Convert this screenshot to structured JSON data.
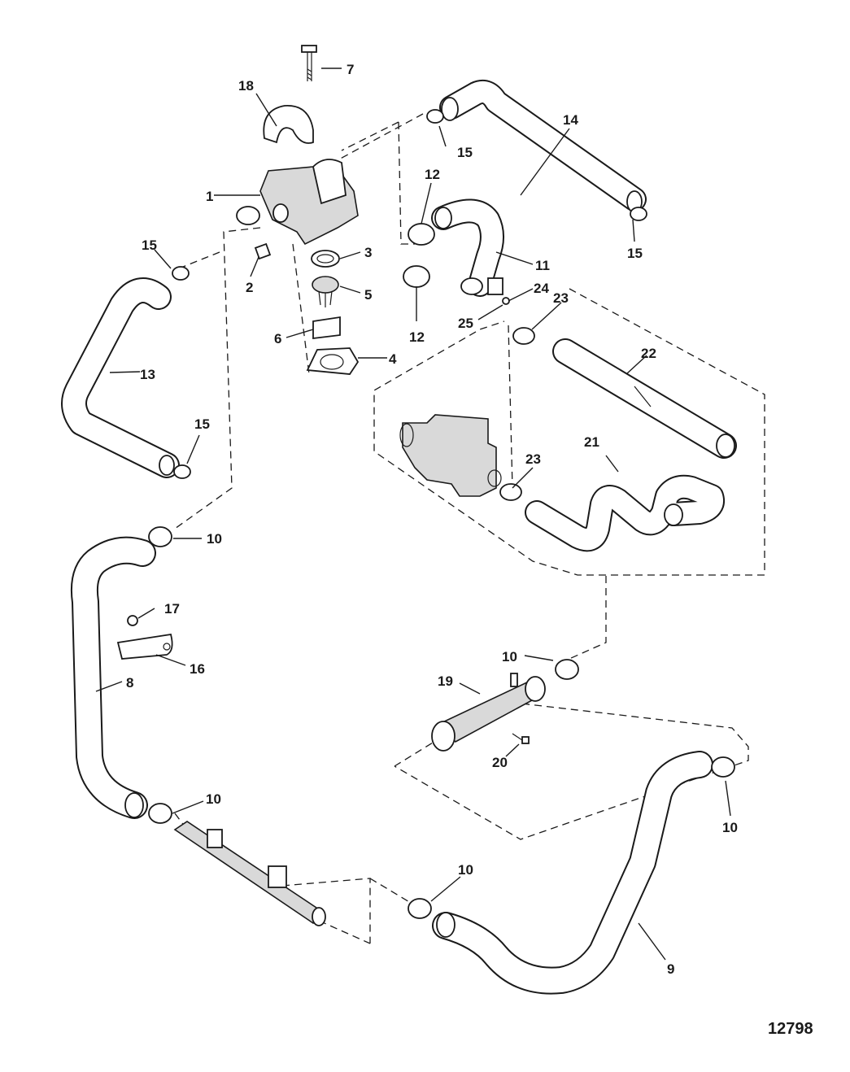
{
  "figure_number": "12798",
  "callouts": [
    {
      "id": "c7",
      "text": "7"
    },
    {
      "id": "c18",
      "text": "18"
    },
    {
      "id": "c15a",
      "text": "15"
    },
    {
      "id": "c14",
      "text": "14"
    },
    {
      "id": "c1",
      "text": "1"
    },
    {
      "id": "c12a",
      "text": "12"
    },
    {
      "id": "c15b",
      "text": "15"
    },
    {
      "id": "c3",
      "text": "3"
    },
    {
      "id": "c15c",
      "text": "15"
    },
    {
      "id": "c11",
      "text": "11"
    },
    {
      "id": "c2",
      "text": "2"
    },
    {
      "id": "c5",
      "text": "5"
    },
    {
      "id": "c24",
      "text": "24"
    },
    {
      "id": "c23a",
      "text": "23"
    },
    {
      "id": "c25",
      "text": "25"
    },
    {
      "id": "c12b",
      "text": "12"
    },
    {
      "id": "c6",
      "text": "6"
    },
    {
      "id": "c4",
      "text": "4"
    },
    {
      "id": "c22",
      "text": "22"
    },
    {
      "id": "c13",
      "text": "13"
    },
    {
      "id": "c15d",
      "text": "15"
    },
    {
      "id": "c21",
      "text": "21"
    },
    {
      "id": "c23b",
      "text": "23"
    },
    {
      "id": "c10a",
      "text": "10"
    },
    {
      "id": "c17",
      "text": "17"
    },
    {
      "id": "c16",
      "text": "16"
    },
    {
      "id": "c10b",
      "text": "10"
    },
    {
      "id": "c19",
      "text": "19"
    },
    {
      "id": "c8",
      "text": "8"
    },
    {
      "id": "c20",
      "text": "20"
    },
    {
      "id": "c10c",
      "text": "10"
    },
    {
      "id": "c10d",
      "text": "10"
    },
    {
      "id": "c10e",
      "text": "10"
    },
    {
      "id": "c9",
      "text": "9"
    }
  ]
}
